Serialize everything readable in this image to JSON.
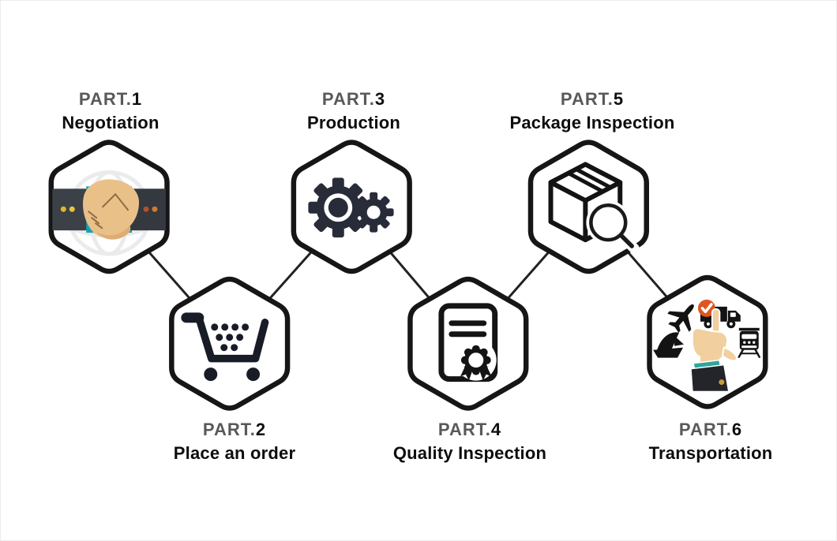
{
  "diagram": {
    "steps": [
      {
        "id": "negotiation",
        "part_prefix": "PART.",
        "part_number": "1",
        "label": "Negotiation",
        "icon": "handshake-icon",
        "row": "top"
      },
      {
        "id": "place-an-order",
        "part_prefix": "PART.",
        "part_number": "2",
        "label": "Place an order",
        "icon": "shopping-cart-icon",
        "row": "bottom"
      },
      {
        "id": "production",
        "part_prefix": "PART.",
        "part_number": "3",
        "label": "Production",
        "icon": "gears-icon",
        "row": "top"
      },
      {
        "id": "quality-inspection",
        "part_prefix": "PART.",
        "part_number": "4",
        "label": "Quality Inspection",
        "icon": "certificate-icon",
        "row": "bottom"
      },
      {
        "id": "package-inspection",
        "part_prefix": "PART.",
        "part_number": "5",
        "label": "Package Inspection",
        "icon": "box-magnifier-icon",
        "row": "top"
      },
      {
        "id": "transportation",
        "part_prefix": "PART.",
        "part_number": "6",
        "label": "Transportation",
        "icon": "transport-hand-icon",
        "row": "bottom"
      }
    ],
    "colors": {
      "hex_outline": "#161616",
      "connector": "#222222",
      "part_prefix_text": "#59595c",
      "part_number_text": "#0f0f0f",
      "label_text": "#0d0d0d",
      "teal_cuff": "#16a0b2",
      "skin": "#eac089",
      "sleeve_dark": "#3a4047",
      "dot_yellow": "#e3bd2c",
      "dot_orange": "#c25c2b",
      "gear_dark": "#272c38",
      "cart_dark": "#171c27",
      "badge_orange": "#dd5620",
      "globe_gray": "#eaebec"
    }
  }
}
